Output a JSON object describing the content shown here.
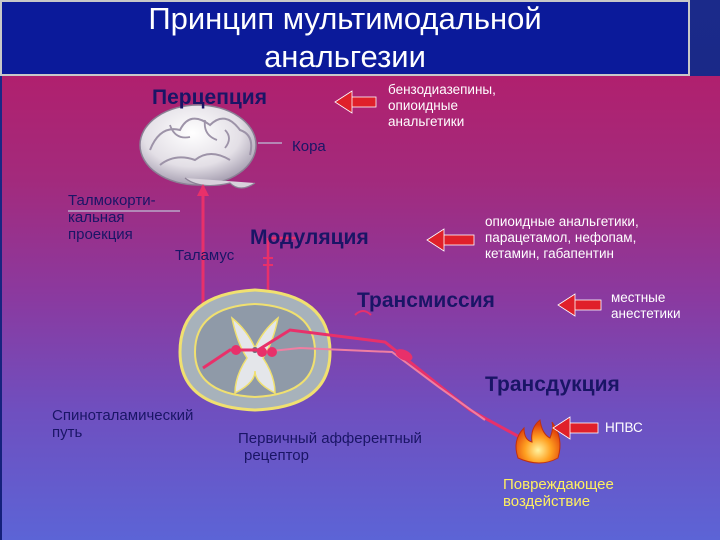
{
  "title": {
    "line1": "Принцип мультимодальной",
    "line2": "анальгезии"
  },
  "stages": {
    "perception": "Перцепция",
    "modulation": "Модуляция",
    "transmission": "Трансмиссия",
    "transduction": "Трансдукция"
  },
  "anatomy": {
    "cortex": "Кора",
    "thalamocortical": [
      "Талмокорти-",
      "кальная",
      "проекция"
    ],
    "thalamus": "Таламус",
    "spinothalamic": [
      "Спиноталамический",
      "путь"
    ],
    "afferent": [
      "Первичный афферентный",
      "рецептор"
    ],
    "damage": [
      "Повреждающее",
      "воздействие"
    ]
  },
  "drugs": {
    "perception": [
      "бензодиазепины,",
      "опиоидные",
      "анальгетики"
    ],
    "modulation": [
      "опиоидные анальгетики,",
      "парацетамол, нефопам,",
      "кетамин, габапентин"
    ],
    "transmission": [
      "местные",
      "анестетики"
    ],
    "transduction": [
      "НПВС"
    ]
  },
  "colors": {
    "title_bg": "#0b1a9a",
    "stage_text": "#1a1566",
    "arrow": "#e0202a",
    "nerve": "#e8306a",
    "damage_label": "#ffef60"
  }
}
